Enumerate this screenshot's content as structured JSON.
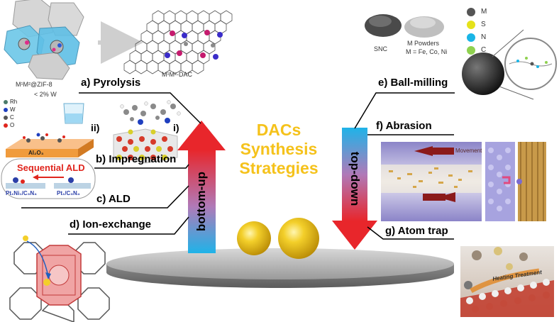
{
  "title": {
    "line1": "DACs",
    "line2": "Synthesis",
    "line3": "Strategies"
  },
  "arrows": {
    "bottom_up": "bottom-up",
    "top_down": "top-down"
  },
  "methods": {
    "a": "a) Pyrolysis",
    "b": "b) Impregnation",
    "c": "c)  ALD",
    "d": "d) Ion-exchange",
    "e": "e) Ball-milling",
    "f": "f) Abrasion",
    "g": "g) Atom trap"
  },
  "pyrolysis": {
    "precursor": "M¹M²@ZIF-8",
    "product": "M¹M²-DAC"
  },
  "impregnation": {
    "loading": "< 2% W",
    "step_ii": "ii)",
    "step_i": "i)",
    "legend": [
      "Rh",
      "W",
      "C",
      "O"
    ],
    "substrate": "Al₂O₃"
  },
  "ald": {
    "header": "Sequential ALD",
    "left_product": "Pt₁Ni₁/C₃N₄",
    "right_product": "Pt₁/C₃N₄"
  },
  "ball_milling": {
    "snc": "SNC",
    "powders": "M Powders",
    "metals": "M = Fe, Co, Ni",
    "legend": [
      "M",
      "S",
      "N",
      "C"
    ]
  },
  "abrasion": {
    "movement": "Movement"
  },
  "atom_trap": {
    "heating": "Heating Treatment"
  },
  "colors": {
    "title": "#f5c21b",
    "legend_rh": "#4a7a6a",
    "legend_w": "#1f3fbf",
    "legend_c": "#555555",
    "legend_o": "#e0261e",
    "legend_m": "#555555",
    "legend_s": "#e5e21a",
    "legend_n": "#19b5e6",
    "legend_c2": "#8fd14f"
  }
}
